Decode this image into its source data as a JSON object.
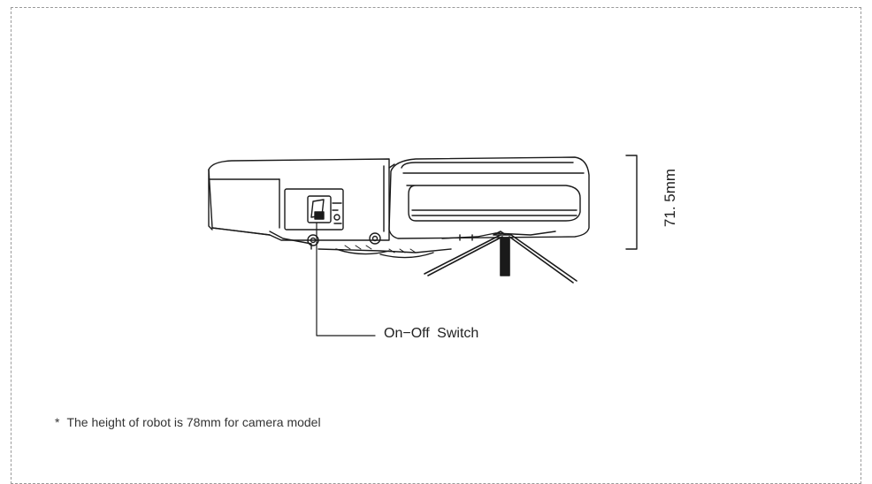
{
  "diagram": {
    "switch_label": "On−Off  Switch",
    "dimension_label": "71. 5mm",
    "footnote_marker": "*",
    "footnote_text": "The height of robot is 78mm for camera model"
  },
  "colors": {
    "line": "#1a1a1a",
    "frame": "#9a9a9a"
  }
}
